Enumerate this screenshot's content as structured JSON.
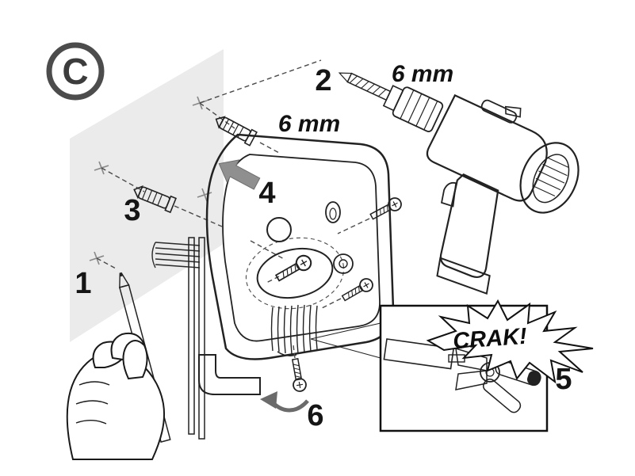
{
  "figure": {
    "step_label": "C",
    "callouts": {
      "n1": "1",
      "n2": "2",
      "n3": "3",
      "n4": "4",
      "n5": "5",
      "n6": "6"
    },
    "labels": {
      "drill_bit_size": "6 mm",
      "wall_plug_size": "6 mm",
      "sound_effect": "CRAK!"
    },
    "colors": {
      "pencil_red": "#c6262e",
      "plier_handle_yellow": "#f2a900",
      "arrow_gray": "#8f8f8f",
      "wall_gray": "#ebebeb",
      "outline": "#1a1a1a"
    }
  }
}
